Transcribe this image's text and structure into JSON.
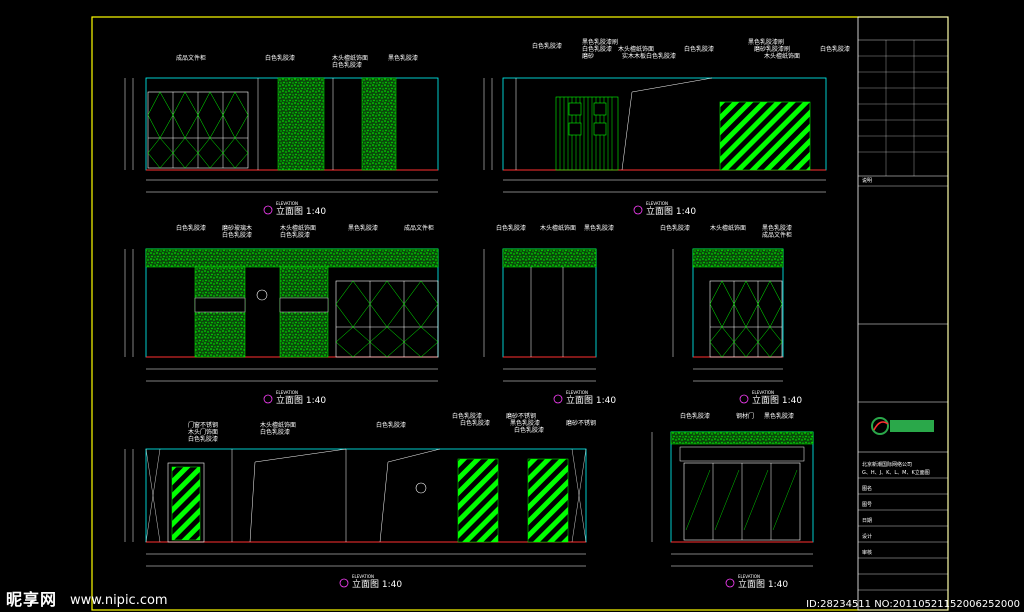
{
  "watermark": {
    "logo_text": "昵享网",
    "site": "www.nipic.com"
  },
  "image_id": "ID:28234511 NO:20110521152006252000",
  "scale_label": "立面图 1:40",
  "scale_code": "ELEVATION",
  "annotations": {
    "e1": [
      "成品文件柜",
      "白色乳胶漆",
      "木头檀纸饰面",
      "白色乳胶漆",
      "黑色乳胶漆"
    ],
    "e2": [
      "白色乳胶漆",
      "黑色乳胶漆刷",
      "白色乳胶漆",
      "磨砂",
      "木头檀纸饰面",
      "实木木板白色乳胶漆",
      "白色乳胶漆",
      "黑色乳胶漆刷",
      "磨砂乳胶漆刷",
      "木头檀纸饰面",
      "白色乳胶漆"
    ],
    "e3": [
      "白色乳胶漆",
      "磨砂玻璃木",
      "白色乳胶漆",
      "木头檀纸饰面",
      "白色乳胶漆",
      "黑色乳胶漆",
      "成品文件柜"
    ],
    "e4": [
      "白色乳胶漆",
      "木头檀纸饰面",
      "黑色乳胶漆"
    ],
    "e5": [
      "白色乳胶漆",
      "木头檀纸饰面",
      "黑色乳胶漆",
      "成品文件柜"
    ],
    "e6": [
      "门窗不锈钢",
      "木头门饰面",
      "白色乳胶漆",
      "木头檀纸饰面",
      "白色乳胶漆",
      "白色乳胶漆",
      "白色乳胶漆",
      "白色乳胶漆",
      "磨砂不锈钢",
      "黑色乳胶漆",
      "白色乳胶漆",
      "磨砂不锈钢"
    ],
    "e7": [
      "白色乳胶漆",
      "钢材门",
      "黑色乳胶漆"
    ]
  },
  "title_block": {
    "company_lines": [
      "北京新潮国际网络公司",
      "G、H、J、K、L、M、K立面图"
    ],
    "rows": [
      "说明",
      "图名",
      "图号",
      "日期",
      "设计",
      "审核"
    ]
  },
  "colors": {
    "frame": "#ffff00",
    "wall_line": "#00ffff",
    "fill_green": "#00ff00",
    "dim_line": "#ffffff",
    "floor_line": "#ff3030",
    "tb_logo": "#2aa84a"
  }
}
